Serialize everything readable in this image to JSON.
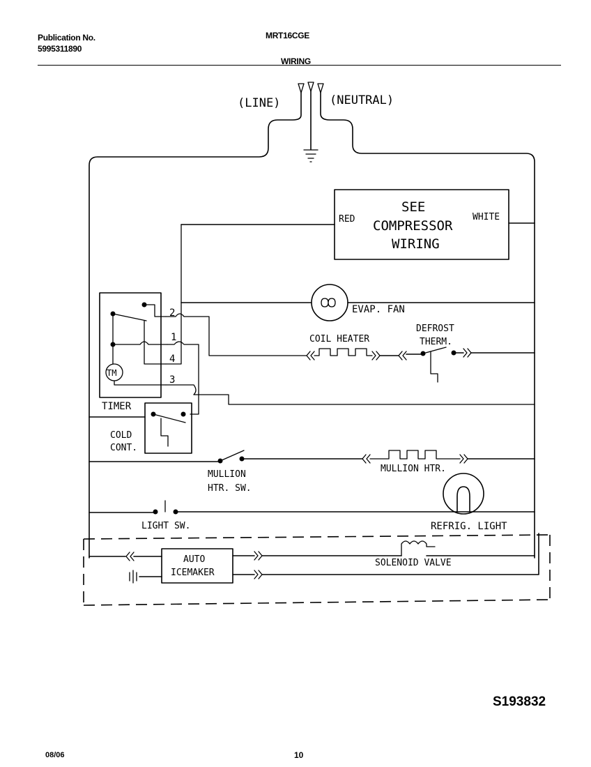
{
  "header": {
    "publication_label": "Publication No.",
    "publication_number": "5995311890",
    "model": "MRT16CGE",
    "section_title": "WIRING"
  },
  "diagram": {
    "supply": {
      "line": "(LINE)",
      "neutral": "(NEUTRAL)"
    },
    "compressor_box": {
      "line1": "SEE",
      "line2": "COMPRESSOR",
      "line3": "WIRING",
      "left_wire": "RED",
      "right_wire": "WHITE"
    },
    "evap_fan": "EVAP. FAN",
    "coil_heater": "COIL HEATER",
    "defrost_therm": {
      "line1": "DEFROST",
      "line2": "THERM."
    },
    "timer": {
      "label": "TIMER",
      "motor": "TM",
      "terminals": [
        "2",
        "1",
        "4",
        "3"
      ]
    },
    "cold_control": {
      "line1": "COLD",
      "line2": "CONT."
    },
    "mullion_heater_switch": {
      "line1": "MULLION",
      "line2": "HTR. SW."
    },
    "mullion_heater": "MULLION HTR.",
    "light_switch": "LIGHT SW.",
    "refrig_light": "REFRIG. LIGHT",
    "auto_icemaker": {
      "line1": "AUTO",
      "line2": "ICEMAKER"
    },
    "solenoid_valve": "SOLENOID VALVE"
  },
  "footer": {
    "reference": "S193832",
    "date": "08/06",
    "page": "10"
  }
}
